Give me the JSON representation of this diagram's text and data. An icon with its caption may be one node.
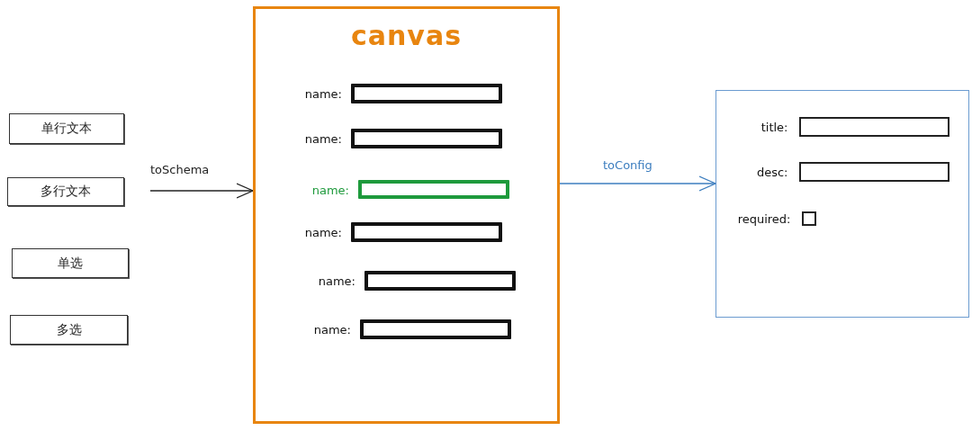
{
  "diagram": {
    "nodes": [
      {
        "text": [
          "单行文本"
        ]
      },
      {
        "text": [
          "多行文本"
        ]
      },
      {
        "text": [
          "单选"
        ]
      },
      {
        "text": [
          "多选"
        ]
      },
      {
        "text": [
          "canvas"
        ]
      },
      {
        "text": [],
        "shape": "box",
        "in": 4,
        "beside": [
          "name:"
        ]
      },
      {
        "text": [],
        "shape": "box",
        "in": 4,
        "beside": [
          "name:"
        ]
      },
      {
        "text": [],
        "shape": "box",
        "in": 4,
        "beside": [
          "name:"
        ]
      },
      {
        "text": [],
        "shape": "box",
        "in": 4,
        "beside": [
          "name:"
        ]
      },
      {
        "text": [],
        "shape": "box",
        "in": 4,
        "beside": [
          "name:"
        ]
      },
      {
        "text": [],
        "shape": "box",
        "in": 4,
        "beside": [
          "name:"
        ]
      },
      {
        "text": [],
        "shape": "box"
      },
      {
        "text": [],
        "shape": "box",
        "in": 11,
        "beside": [
          "title:"
        ]
      },
      {
        "text": [],
        "shape": "box",
        "in": 11,
        "beside": [
          "desc:"
        ]
      },
      {
        "text": [],
        "shape": "box",
        "in": 11,
        "beside": [
          "required:"
        ]
      }
    ],
    "edges": [
      {
        "from": null,
        "to": 4,
        "arrow": "to",
        "label": "toSchema"
      },
      {
        "from": 4,
        "to": 11,
        "arrow": "to",
        "label": "toConfig",
        "color": "#3d7ebf"
      }
    ]
  }
}
